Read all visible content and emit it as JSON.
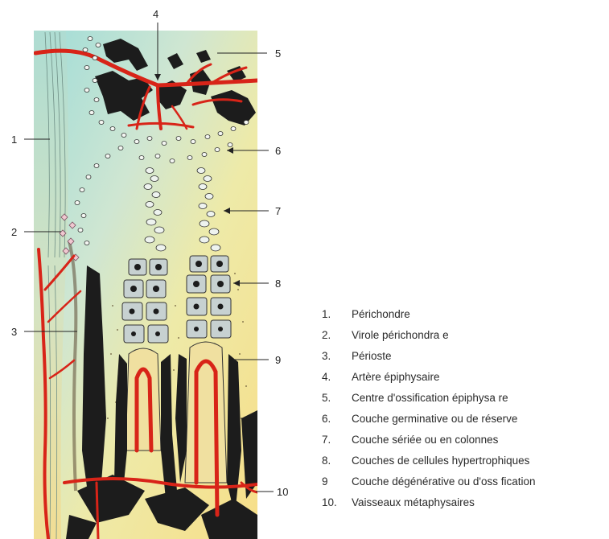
{
  "callouts": [
    "1",
    "2",
    "3",
    "4",
    "5",
    "6",
    "7",
    "8",
    "9",
    "10"
  ],
  "legend": [
    {
      "num": "1.",
      "text": "Périchondre"
    },
    {
      "num": "2.",
      "text": "Virole périchondra e"
    },
    {
      "num": "3.",
      "text": "Périoste"
    },
    {
      "num": "4.",
      "text": "Artère épiphysaire"
    },
    {
      "num": "5.",
      "text": "Centre d'ossification épiphysa re"
    },
    {
      "num": "6.",
      "text": "Couche germinative ou de réserve"
    },
    {
      "num": "7.",
      "text": "Couche sériée ou en colonnes"
    },
    {
      "num": "8.",
      "text": "Couches de cellules hypertrophiques"
    },
    {
      "num": "9",
      "text": "Couche dégénérative ou d'oss fication"
    },
    {
      "num": "10.",
      "text": "Vaisseaux métaphysaires"
    }
  ],
  "colors": {
    "cartilage_top": "#aee0dc",
    "cartilage_mid": "#d8ead0",
    "bone_yellow": "#f6e08a",
    "vessel_red": "#d82418",
    "bone_black": "#1c1c1c",
    "cell_fill": "#c7d1d1",
    "perichondrium": "#b9d7c3"
  }
}
